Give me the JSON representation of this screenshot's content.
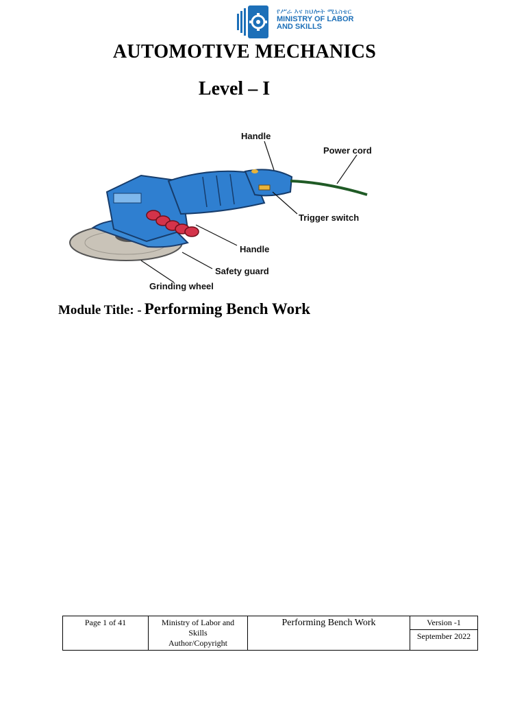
{
  "logo": {
    "line_amharic": "የሥራ እና ክህሎት ሚኒስቴር",
    "line1": "MINISTRY OF LABOR",
    "line2": "AND SKILLS",
    "brand_color": "#1c6fb8"
  },
  "document": {
    "title": "AUTOMOTIVE MECHANICS",
    "level": "Level – I",
    "module_label": "Module Title: -",
    "module_title": "Performing Bench Work"
  },
  "figure": {
    "callouts": {
      "handle_top": "Handle",
      "power_cord": "Power cord",
      "trigger_switch": "Trigger switch",
      "handle_side": "Handle",
      "safety_guard": "Safety guard",
      "grinding_wheel": "Grinding wheel"
    },
    "colors": {
      "body": "#2f7fd0",
      "handle": "#d4334a",
      "wheel": "#c9c3b8",
      "cord": "#1f5a25"
    }
  },
  "footer": {
    "page": "Page 1 of 41",
    "org_line1": "Ministry of Labor and",
    "org_line2": "Skills",
    "org_line3": "Author/Copyright",
    "module": "Performing Bench Work",
    "version": "Version -1",
    "date": "September 2022"
  }
}
